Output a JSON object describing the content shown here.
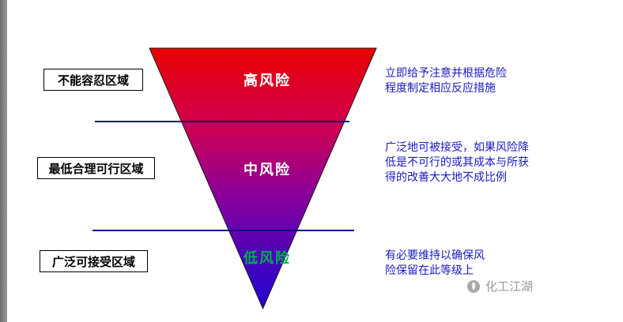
{
  "zones": [
    {
      "box_label": "不能容忍区域",
      "level_label": "高风险",
      "description": "立即给予注意并根据危险\n程度制定相应反应措施"
    },
    {
      "box_label": "最低合理可行区域",
      "level_label": "中风险",
      "description": "广泛地可被接受，如果风险降\n低是不可行的或其成本与所获\n得的改善大大地不成比例"
    },
    {
      "box_label": "广泛可接受区域",
      "level_label": "低风险",
      "description": "有必要维持以确保风\n险保留在此等级上"
    }
  ],
  "watermark": {
    "text": "化工江湖"
  },
  "colors": {
    "triangle_gradient_top": "#e80000",
    "triangle_gradient_mid": "#8e0098",
    "triangle_gradient_bottom": "#2403cf",
    "separator_line": "#00008b",
    "high_risk_label": "#ffffff",
    "mid_risk_label": "#ffffff",
    "low_risk_label": "#00b050",
    "description_text": "#1a1ac0",
    "watermark_text": "#9a9a9a"
  }
}
